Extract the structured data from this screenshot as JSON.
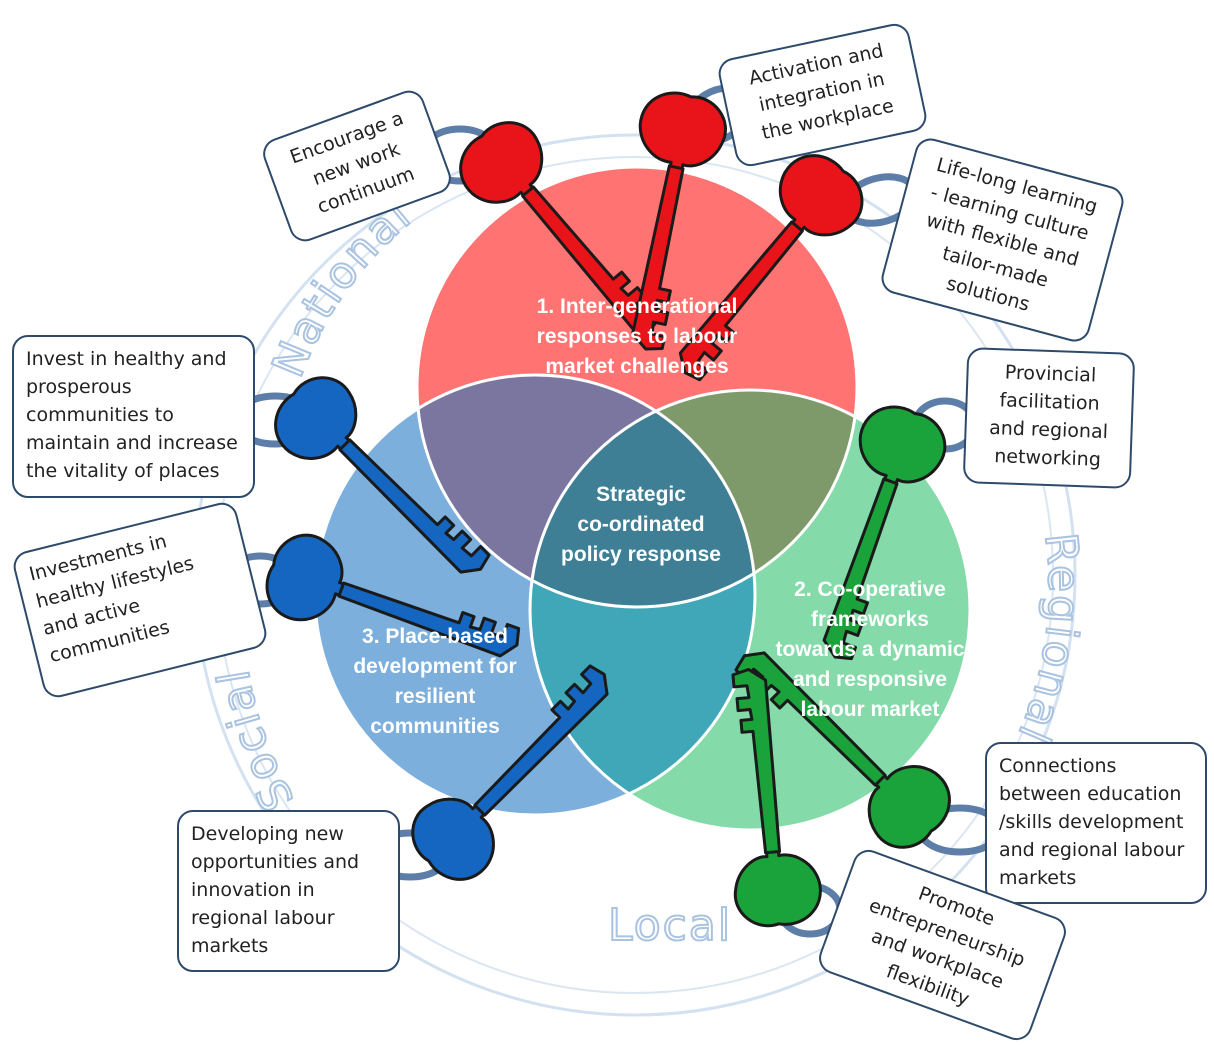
{
  "ring_words": {
    "national": "National",
    "regional": "Regional",
    "local": "Local",
    "social": "Social"
  },
  "circles": {
    "top": {
      "lines": [
        "1. Inter-generational",
        "responses to labour",
        "market challenges"
      ],
      "color": "#ff7373"
    },
    "right": {
      "lines": [
        "2. Co-operative",
        "frameworks",
        "towards a dynamic",
        "and responsive",
        "labour market"
      ],
      "color": "#6fd49a"
    },
    "left": {
      "lines": [
        "3. Place-based",
        "development for",
        "resilient",
        "communities"
      ],
      "color": "#6ea6d8"
    },
    "center": {
      "lines": [
        "Strategic",
        "co-ordinated",
        "policy response"
      ]
    }
  },
  "tags": {
    "encourage": [
      "Encourage a",
      "new work",
      "continuum"
    ],
    "activation": [
      "Activation and",
      "integration in",
      "the workplace"
    ],
    "lifelong": [
      "Life-long learning",
      "- learning culture",
      "with flexible and",
      "tailor-made",
      "solutions"
    ],
    "provincial": [
      "Provincial",
      "facilitation",
      "and regional",
      "networking"
    ],
    "invest": [
      "Invest in healthy and",
      "prosperous",
      "communities to",
      "maintain and increase",
      "the vitality of places"
    ],
    "investments": [
      "Investments  in",
      "healthy lifestyles",
      "and active",
      "communities"
    ],
    "connections": [
      "Connections",
      "between education",
      "/skills development",
      "and regional labour",
      "markets"
    ],
    "developing": [
      "Developing  new",
      "opportunities and",
      "innovation in",
      "regional labour",
      "markets"
    ],
    "promote": [
      "Promote",
      "entrepreneurship",
      "and workplace",
      "flexibility"
    ]
  },
  "colors": {
    "key_red": "#e8141a",
    "key_green": "#1aa33a",
    "key_blue": "#1466c0",
    "key_outline": "#1a1a1a",
    "ring_keyring": "#5d7ea8",
    "tag_border": "#2e4a6b",
    "outer_ring": "#d3e1f1"
  },
  "icons": [
    "key-icon",
    "keyring-icon"
  ]
}
